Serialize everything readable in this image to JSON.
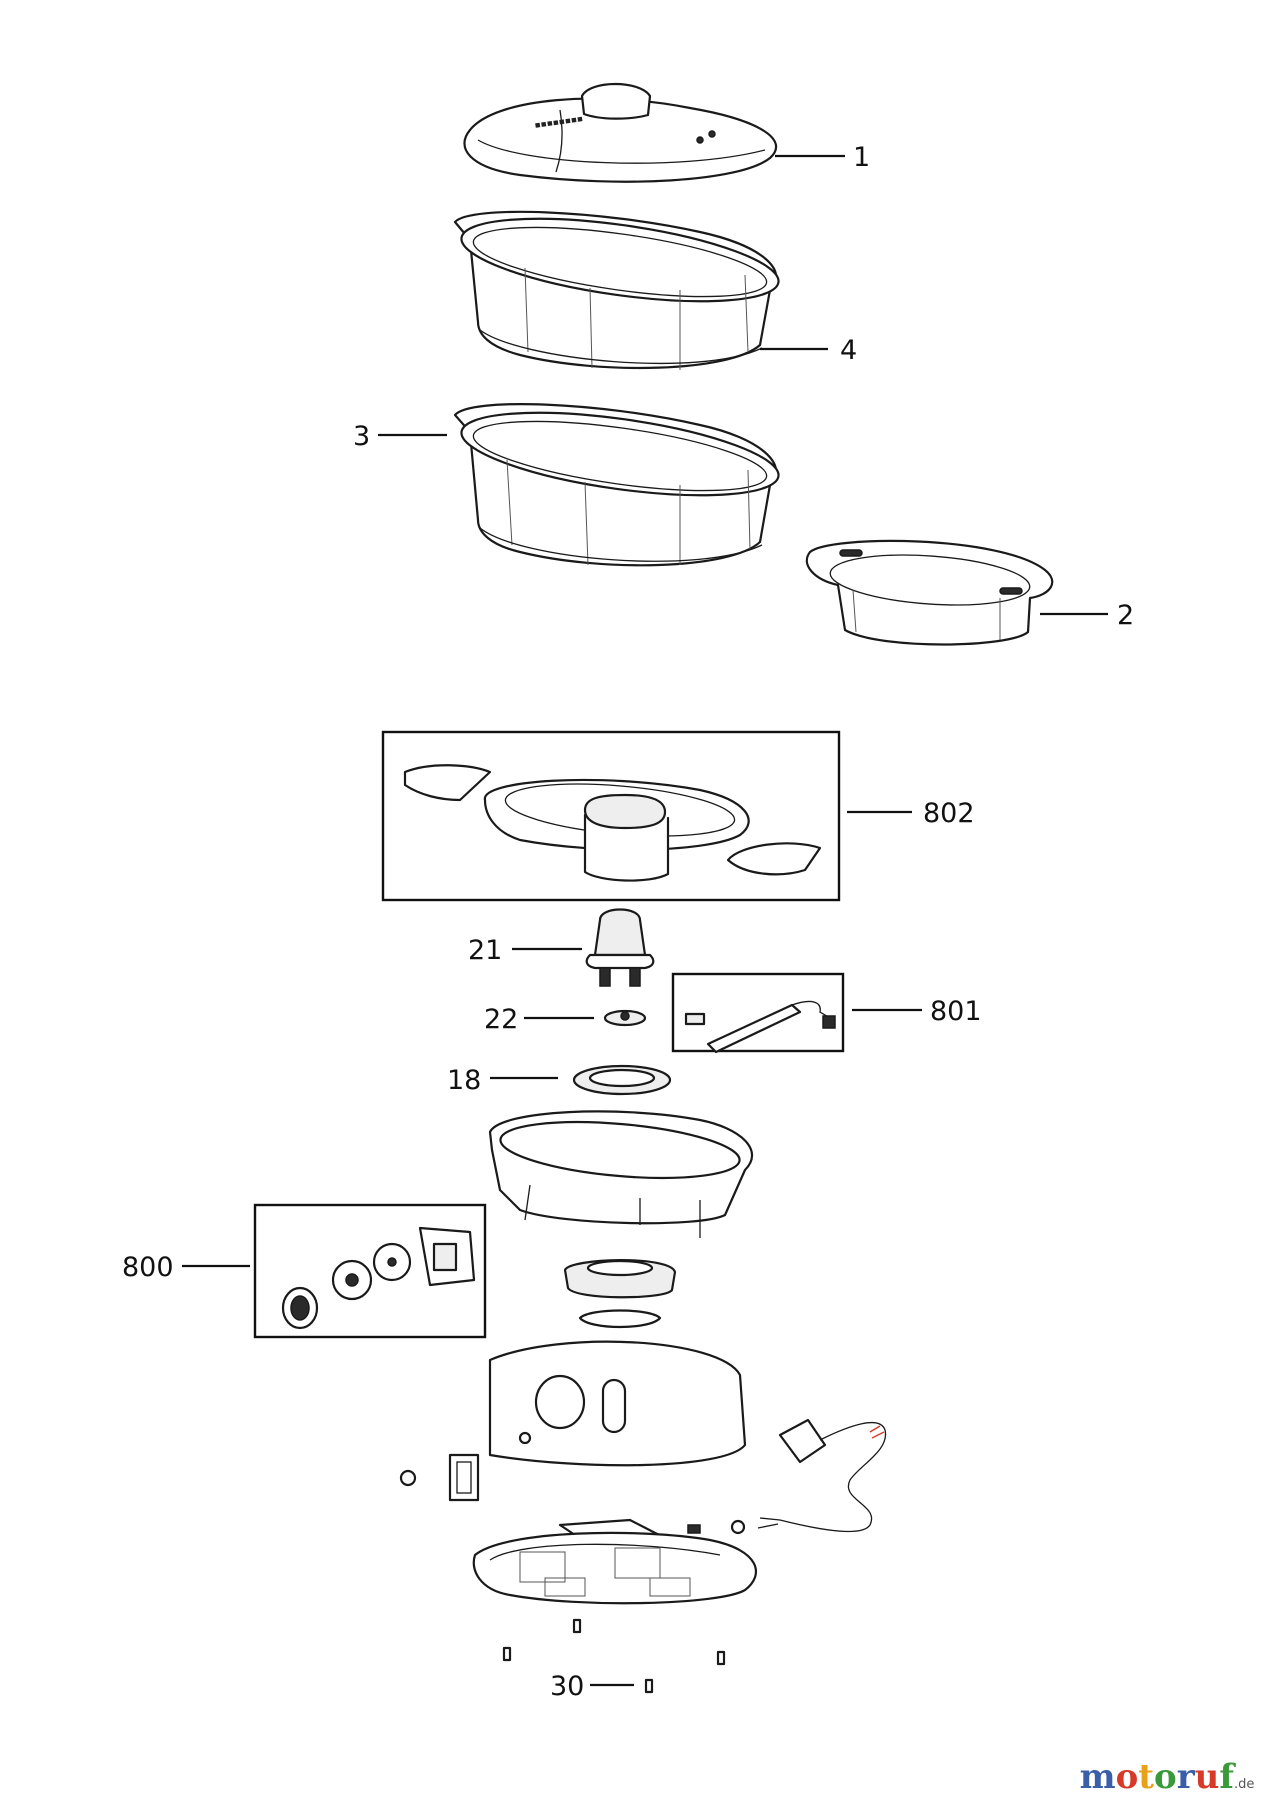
{
  "callouts": {
    "lid": "1",
    "tray": "2",
    "lower_bowl": "3",
    "upper_bowl": "4",
    "bowl_holder_set": "802",
    "element": "21",
    "thermostat": "22",
    "seal_ring": "18",
    "control_set": "800",
    "wire_set": "801",
    "foot": "30"
  },
  "watermark": {
    "brand": "motoruf",
    "suffix": ".de",
    "colors": [
      "#3a5fa8",
      "#d83a2a",
      "#e8a21a",
      "#3a9a3a",
      "#3a5fa8",
      "#d83a2a",
      "#3a9a3a"
    ]
  },
  "colors": {
    "line": "#1a1a1a",
    "cable_mark": "#d83a2a"
  }
}
